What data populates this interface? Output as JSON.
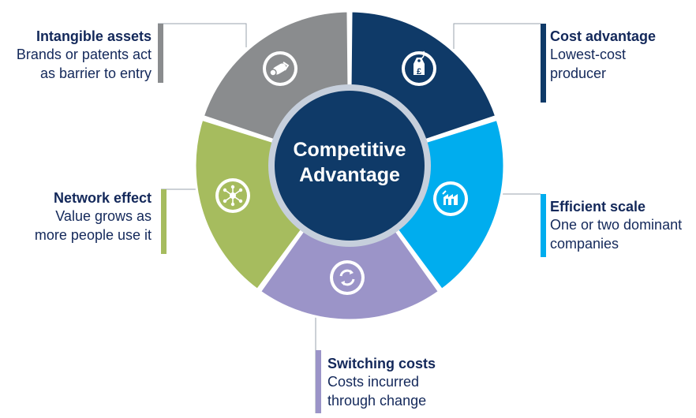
{
  "center": {
    "line1": "Competitive",
    "line2": "Advantage"
  },
  "segments": [
    {
      "id": "intangible",
      "title": "Intangible assets",
      "desc1": "Brands or patents act",
      "desc2": "as barrier to entry",
      "color": "#8a8c8e",
      "icon": "rolled-certificate-icon"
    },
    {
      "id": "cost",
      "title": "Cost advantage",
      "desc1": "Lowest-cost",
      "desc2": "producer",
      "color": "#0f3a68",
      "icon": "pound-price-tag-icon"
    },
    {
      "id": "efficient",
      "title": "Efficient scale",
      "desc1": "One or two dominant",
      "desc2": "companies",
      "color": "#00adee",
      "icon": "factory-building-icon"
    },
    {
      "id": "switching",
      "title": "Switching costs",
      "desc1": "Costs incurred",
      "desc2": "through change",
      "color": "#9b94c8",
      "icon": "refresh-arrows-icon"
    },
    {
      "id": "network",
      "title": "Network effect",
      "desc1": "Value grows as",
      "desc2": "more people use it",
      "color": "#a6bc5e",
      "icon": "network-nodes-icon"
    }
  ],
  "colors": {
    "center_fill": "#0f3a68",
    "center_ring": "#c6cfdc",
    "center_text": "#ffffff",
    "text": "#13285a"
  }
}
